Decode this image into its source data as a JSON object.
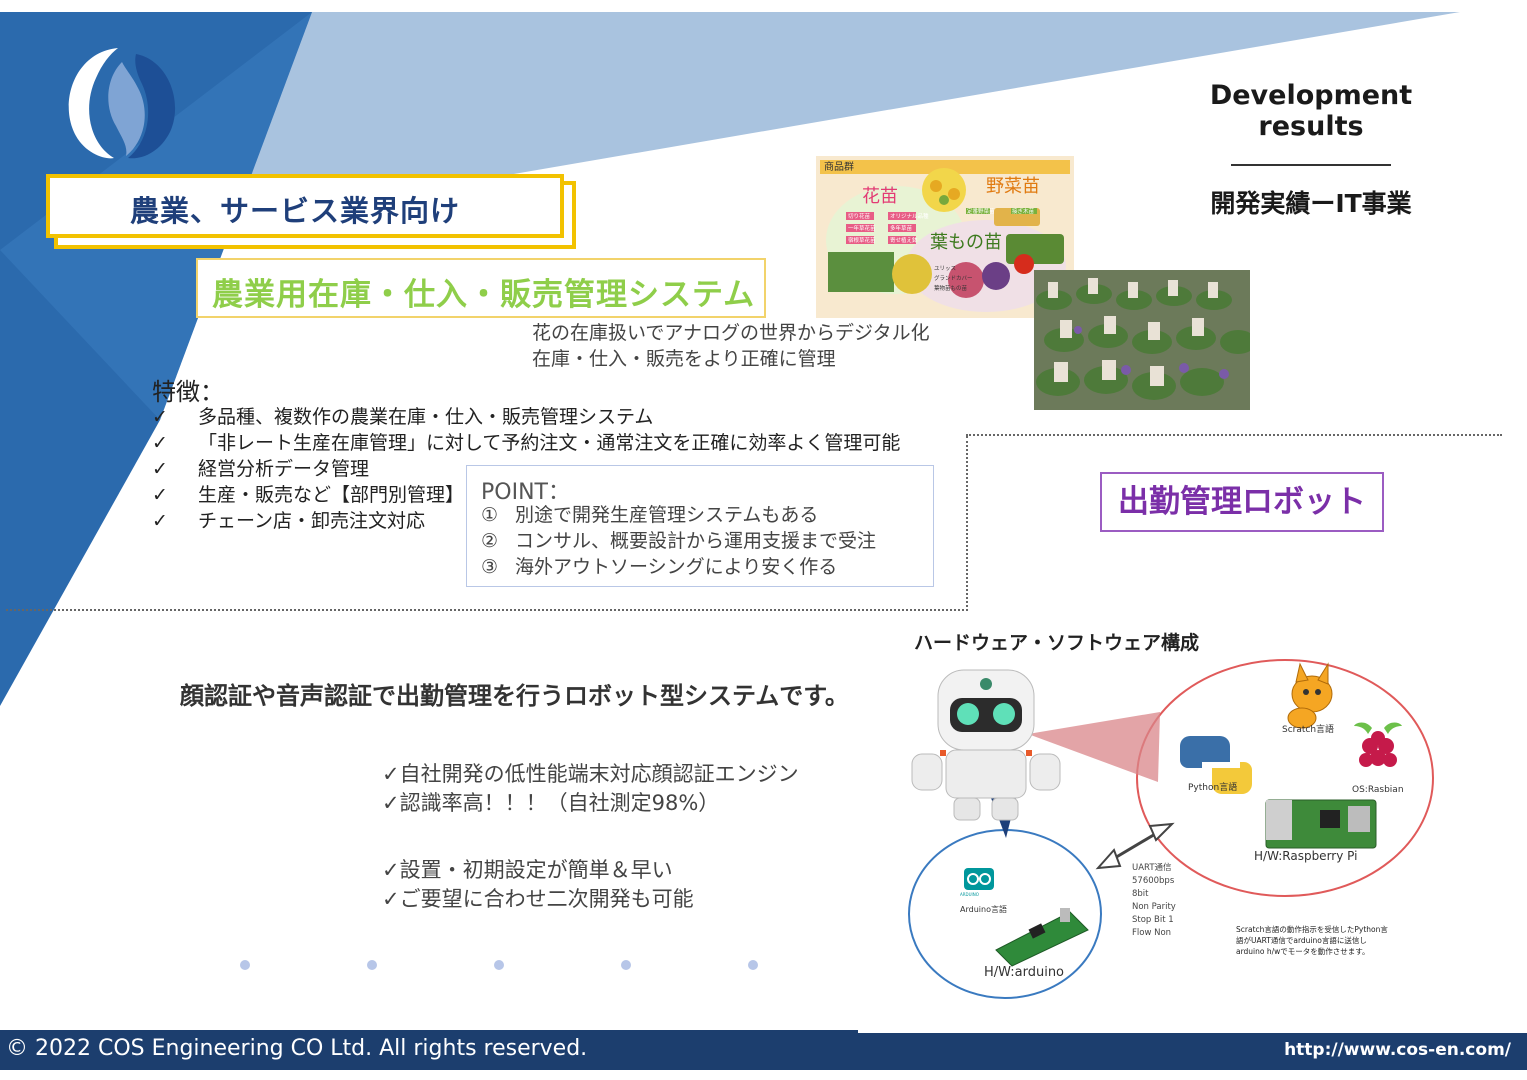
{
  "header": {
    "title_en": "Development results",
    "title_jp": "開発実績ーIT事業"
  },
  "category_label": "農業、サービス業界向け",
  "agri_system": {
    "title": "農業用在庫・仕入・販売管理システム",
    "description": [
      "花の在庫扱いでアナログの世界からデジタル化",
      "在庫・仕入・販売をより正確に管理"
    ],
    "features_title": "特徴：",
    "check_glyph": "✓",
    "features": [
      "多品種、複数作の農業在庫・仕入・販売管理システム",
      "「非レート生産在庫管理」に対して予約注文・通常注文を正確に効率よく管理可能",
      "経営分析データ管理",
      "生産・販売など【部門別管理】",
      "チェーン店・卸売注文対応"
    ],
    "point_title": "POINT：",
    "points": [
      {
        "num": "①",
        "text": "別途で開発生産管理システムもある"
      },
      {
        "num": "②",
        "text": "コンサル、概要設計から運用支援まで受注"
      },
      {
        "num": "③",
        "text": "海外アウトソーシングにより安く作る"
      }
    ],
    "product_image": {
      "tag": "商品群",
      "labels": [
        "花苗",
        "野菜苗",
        "葉もの苗"
      ],
      "buttons": [
        "切り花苗",
        "オリジナル品種",
        "一年草花苗",
        "多年草苗",
        "宿根草花苗",
        "寄せ植え鉢",
        "定番野菜苗",
        "接ぎ木苗"
      ],
      "sub_labels": [
        "ユリッス",
        "グランドカバー",
        "葉物苗もの苗"
      ]
    }
  },
  "attendance_robot": {
    "title": "出勤管理ロボット",
    "lead": "顔認証や音声認証で出勤管理を行うロボット型システムです。",
    "points": [
      "✓自社開発の低性能端末対応顔認証エンジン",
      "✓認識率高！！！（自社測定98%）",
      "✓設置・初期設定が簡単＆早い",
      "✓ご要望に合わせ二次開発も可能"
    ],
    "diagram": {
      "title": "ハードウェア・ソフトウェア構成",
      "scratch_label": "Scratch言語",
      "python_label": "Python言語",
      "os_label": "OS:Rasbian",
      "pi_label": "H/W:Raspberry Pi",
      "arduino_logo": "ARDUINO",
      "arduino_lang": "Arduino言語",
      "arduino_label": "H/W:arduino",
      "uart_lines": [
        "UART通信",
        "57600bps",
        "8bit",
        "Non Parity",
        "Stop Bit 1",
        "Flow Non"
      ],
      "note_lines": [
        "Scratch言語の動作指示を受信したPython言",
        "語がUART通信でarduino言語に送信し",
        "arduino h/wでモータを動作させます。"
      ]
    }
  },
  "footer": {
    "copyright": "© 2022 COS Engineering CO Ltd. All rights reserved.",
    "url": "http://www.cos-en.com/"
  },
  "colors": {
    "brand_blue": "#1c3e6e",
    "accent_yellow": "#f2c200",
    "title_green": "#8fce4a",
    "robot_purple": "#7b2fa8"
  }
}
